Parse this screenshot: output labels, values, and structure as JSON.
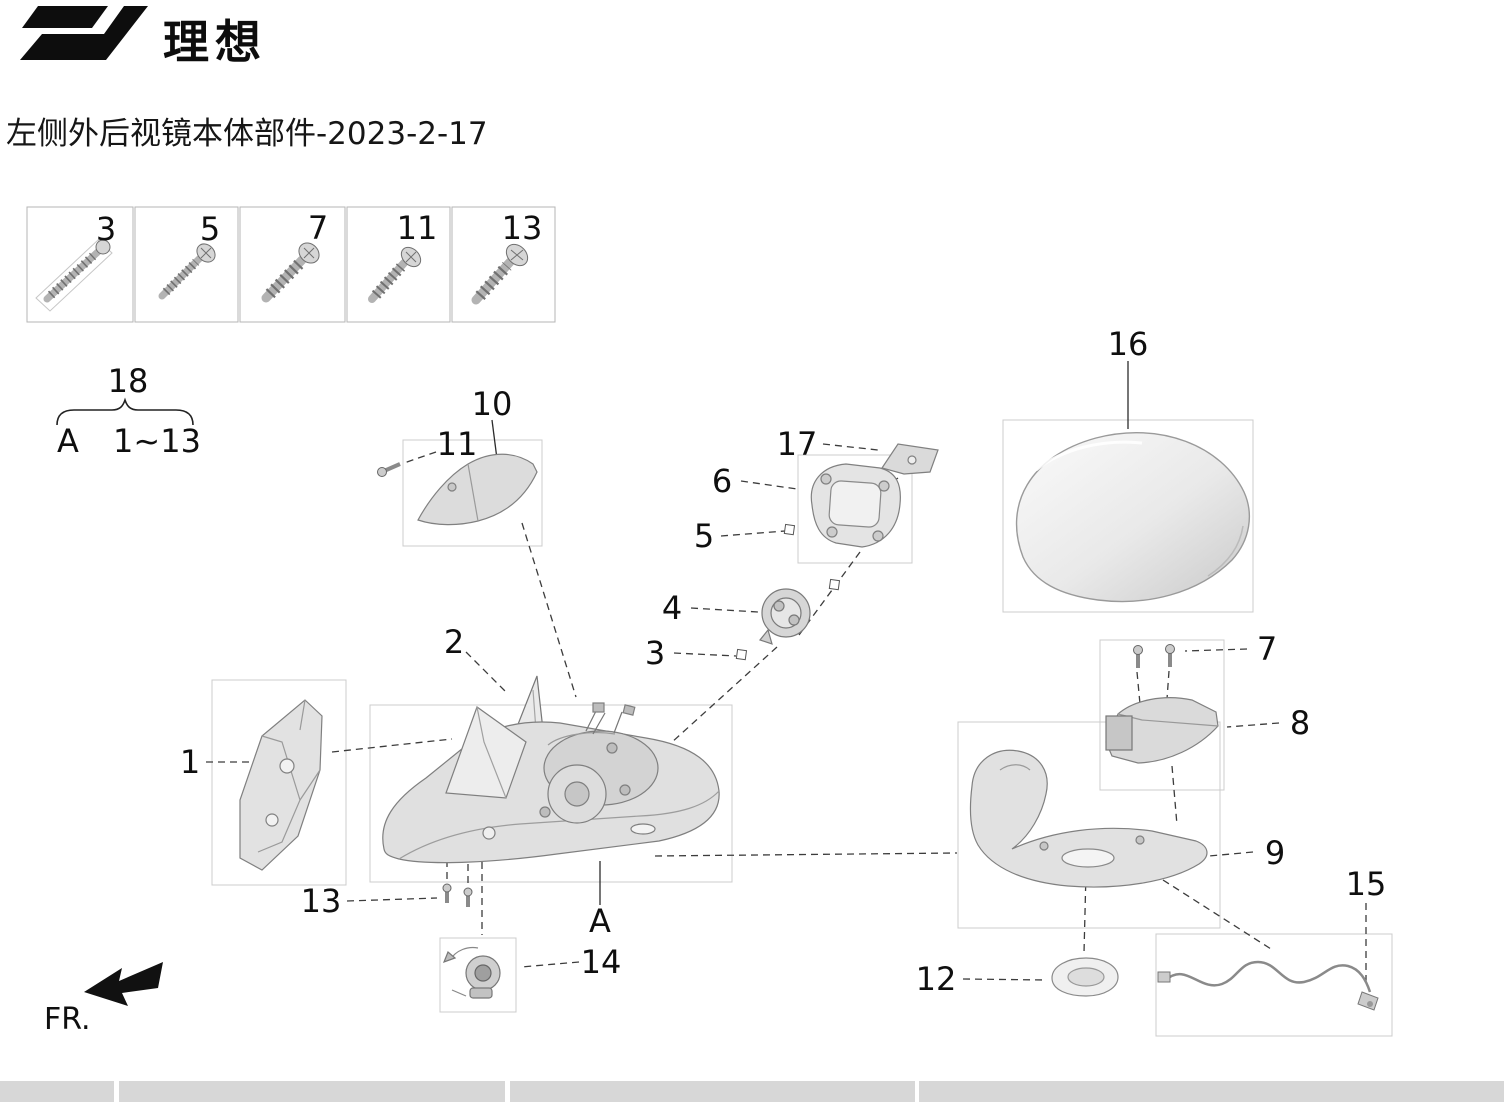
{
  "page": {
    "brand": "理想",
    "title": "左侧外后视镜本体部件-2023-2-17",
    "front_label": "FR."
  },
  "fastener_panel": {
    "items": [
      {
        "id": "3",
        "icon": "long-bolt-icon"
      },
      {
        "id": "5",
        "icon": "pan-head-screw-icon"
      },
      {
        "id": "7",
        "icon": "coarse-thread-screw-icon"
      },
      {
        "id": "11",
        "icon": "countersunk-screw-icon"
      },
      {
        "id": "13",
        "icon": "countersunk-screw-icon"
      }
    ]
  },
  "legend": {
    "group": "18",
    "assembly": "A",
    "range": "1~13"
  },
  "callouts": {
    "p1": "1",
    "p2": "2",
    "p3": "3",
    "p4": "4",
    "p5": "5",
    "p6": "6",
    "p7": "7",
    "p8": "8",
    "p9": "9",
    "p10": "10",
    "p11": "11",
    "p12": "12",
    "p13": "13",
    "p14": "14",
    "p15": "15",
    "p16": "16",
    "p17": "17",
    "pA": "A"
  },
  "colors": {
    "part_fill": "#e0e0e0",
    "part_stroke": "#808080",
    "box_stroke": "#cccccc",
    "leader": "#3c3c3c",
    "logo": "#0d0d0d"
  }
}
